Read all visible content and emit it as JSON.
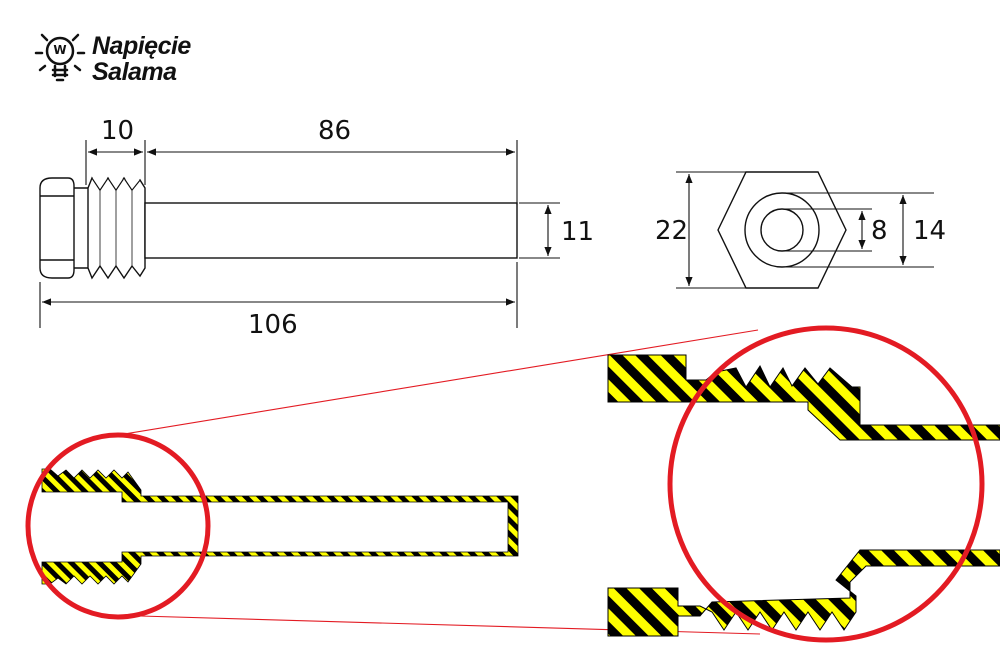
{
  "logo": {
    "line1": "Napięcie",
    "line2": "Salama",
    "icon_letter": "W",
    "icon": "lightbulb-icon"
  },
  "side_view": {
    "dim_thread_length": "10",
    "dim_rod_length": "86",
    "dim_rod_diameter": "11",
    "dim_total_length": "106"
  },
  "end_view": {
    "dim_hex_size": "22",
    "dim_inner_diameter": "8",
    "dim_outer_diameter": "14"
  },
  "colors": {
    "line": "#111111",
    "hatch_yellow": "#ffff00",
    "hatch_black": "#000000",
    "highlight_red": "#e31b23"
  }
}
